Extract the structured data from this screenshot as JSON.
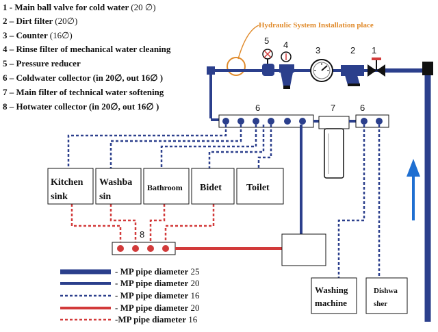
{
  "legend_items": [
    {
      "num": "1 -",
      "text": "Main ball valve for cold water",
      "size": "(20 ∅)"
    },
    {
      "num": "2 –",
      "text": "Dirt filter",
      "size": "(20∅)"
    },
    {
      "num": "3 –",
      "text": "Counter",
      "size": "(16∅)"
    },
    {
      "num": "4 –",
      "text": "Rinse filter of mechanical water cleaning",
      "size": ""
    },
    {
      "num": "5 –",
      "text": "Pressure reducer",
      "size": ""
    },
    {
      "num": "6 –",
      "text": "Coldwater collector",
      "size": "(in 20∅,  out 16∅ )"
    },
    {
      "num": "7 –",
      "text": "Main filter of technical water softening",
      "size": ""
    },
    {
      "num": "8 –",
      "text": "Hotwater collector",
      "size": "(in 20∅,  out 16∅ )"
    }
  ],
  "install_place_label": "Hydraulic System Installation place",
  "component_numbers": {
    "n1": "1",
    "n2": "2",
    "n3": "3",
    "n4": "4",
    "n5": "5",
    "n6a": "6",
    "n6b": "6",
    "n7": "7",
    "n8": "8"
  },
  "fixtures": {
    "kitchen_l1": "Kitchen",
    "kitchen_l2": "sink",
    "washbasin_l1": "Washba",
    "washbasin_l2": "sin",
    "bathroom": "Bathroom",
    "bidet": "Bidet",
    "toilet": "Toilet",
    "washing_l1": "Washing",
    "washing_l2": "machine",
    "dishwasher_l1": "Dishwa",
    "dishwasher_l2": "sher"
  },
  "pipe_legend": [
    {
      "label": "- MP pipe diameter",
      "size": "25",
      "color": "#2b3f8c",
      "style": "solid-thick"
    },
    {
      "label": "- MP pipe diameter",
      "size": "20",
      "color": "#2b3f8c",
      "style": "solid"
    },
    {
      "label": "- MP pipe diameter",
      "size": "16",
      "color": "#2b3f8c",
      "style": "dotted"
    },
    {
      "label": "- MP pipe diameter",
      "size": "20",
      "color": "#d23a3a",
      "style": "solid"
    },
    {
      "label": "-MP pipe diameter",
      "size": "16",
      "color": "#d23a3a",
      "style": "dotted"
    }
  ],
  "colors": {
    "cold": "#2b3f8c",
    "hot": "#d23a3a",
    "accent": "#e08a2a",
    "arrow": "#1f6fd1"
  }
}
